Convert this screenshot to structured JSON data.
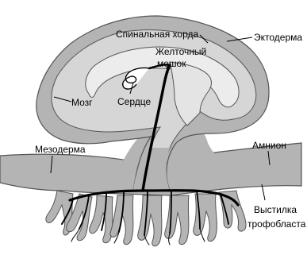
{
  "labels": {
    "chord": "Спинальная хорда",
    "ectoderm": "Эктодерма",
    "yolk_line1": "Желточный",
    "yolk_line2": "мешок",
    "brain": "Мозг",
    "heart": "Сердце",
    "mesoderm": "Мезодерма",
    "amnion": "Амнион",
    "troph_line1": "Выстилка",
    "troph_line2": "трофобласта"
  },
  "colors": {
    "outer": "#b4b4b4",
    "inner": "#d6d6d6",
    "core": "#e9e9e9",
    "outline": "#555555",
    "vessel": "#000000"
  }
}
